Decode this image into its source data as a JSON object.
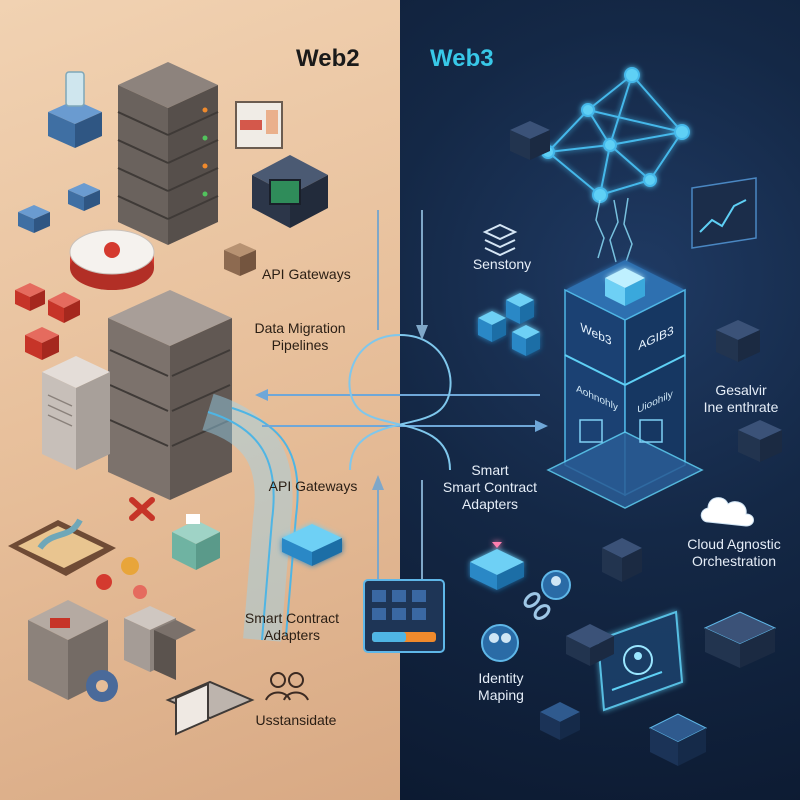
{
  "header": {
    "left_title": "Web2",
    "right_title": "Web3"
  },
  "left_labels": {
    "api_gateways_top": "API Gateways",
    "data_migration": "Data Migration\nPipelines",
    "api_gateways_mid": "API Gateways",
    "smart_contract_adapters": "Smart Contract\nAdapters",
    "bottom": "Usstansidate"
  },
  "right_labels": {
    "senstony": "Senstony",
    "smart_contract_adapters": "Smart\nSmart Contract\nAdapters",
    "gesalvir": "Gesalvir\nIne enthrate",
    "cloud_agnostic": "Cloud Agnostic\nOrchestration",
    "identity_maping": "Identity\nMaping",
    "chip_left": "Web3",
    "chip_right": "AGIB3",
    "chip_mid_left": "Aohnohly",
    "chip_mid_right": "Uioohily"
  },
  "colors": {
    "web2_bg": "#e6bd98",
    "web3_bg": "#142846",
    "web3_accent": "#38c8e8",
    "server_gray": "#6f6661",
    "red_cube": "#d43a2f",
    "blue_cube": "#3f6fa3"
  }
}
